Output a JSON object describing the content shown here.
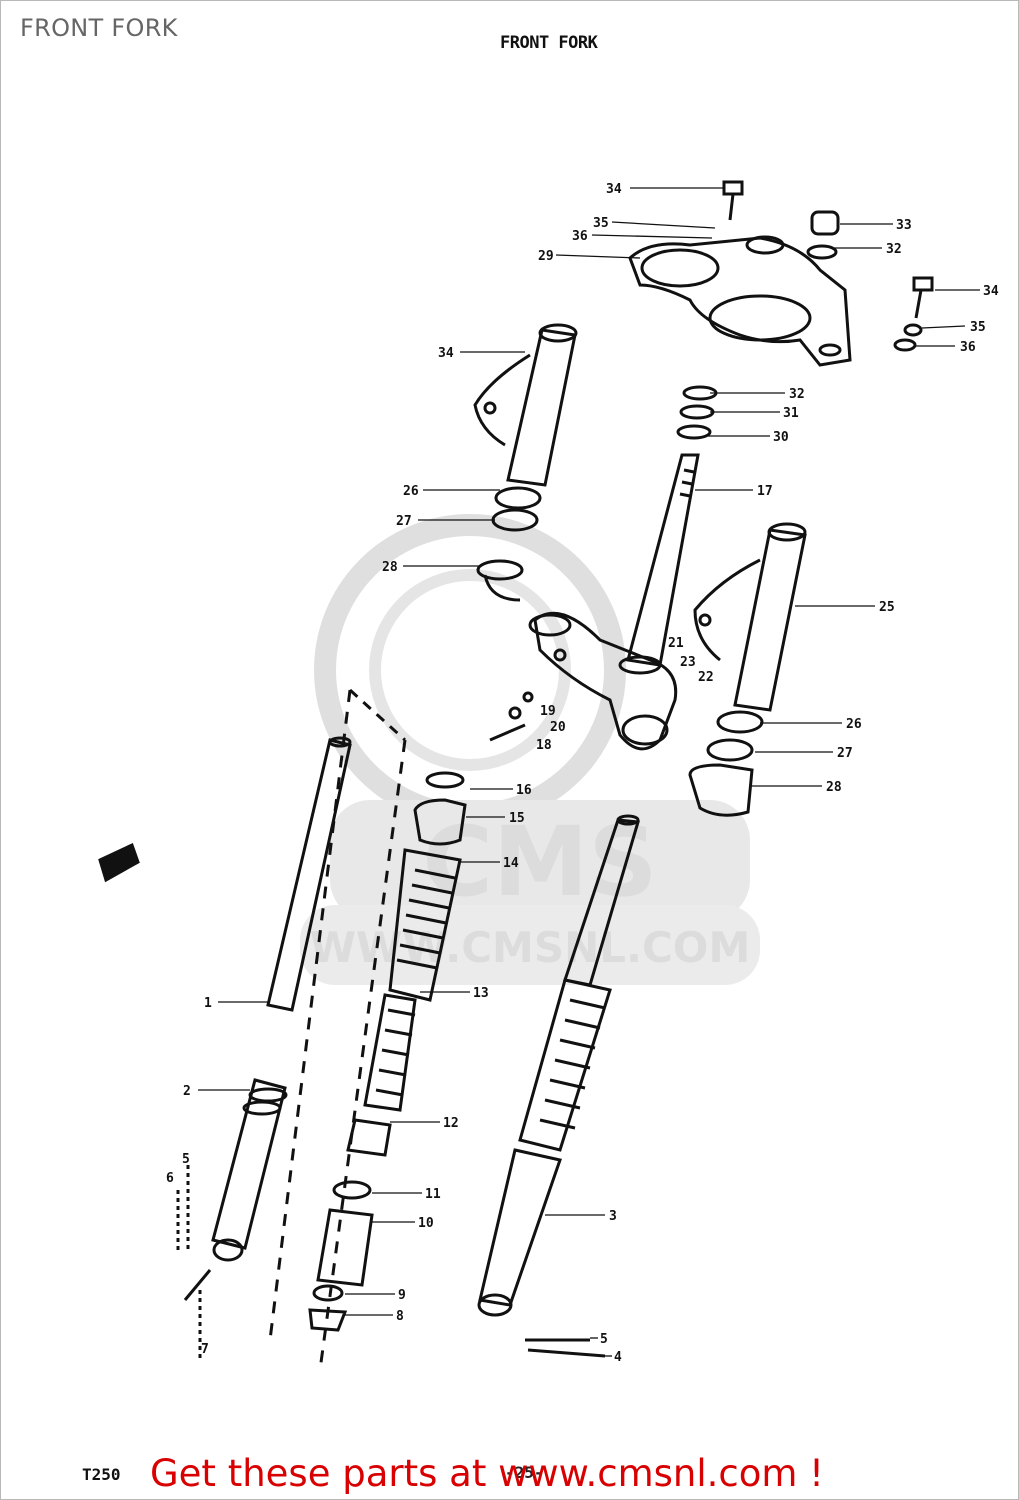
{
  "page": {
    "title": "FRONT FORK"
  },
  "diagram": {
    "title": "FRONT FORK",
    "model_code": "T250",
    "page_number": "-25-",
    "watermark_text": "WWW.CMSNL.COM",
    "watermark_logo_text": "CMS",
    "callouts": [
      "34",
      "35",
      "36",
      "29",
      "33",
      "32",
      "34",
      "35",
      "36",
      "34",
      "32",
      "31",
      "30",
      "17",
      "26",
      "27",
      "28",
      "25",
      "21",
      "23",
      "22",
      "19",
      "20",
      "18",
      "26",
      "27",
      "28",
      "16",
      "15",
      "14",
      "13",
      "12",
      "11",
      "10",
      "9",
      "8",
      "1",
      "2",
      "5",
      "6",
      "7",
      "3",
      "5",
      "4"
    ]
  },
  "footer": {
    "cta_text": "Get these parts at www.cmsnl.com !"
  },
  "colors": {
    "cta": "#d80000",
    "title_gray": "#666666",
    "line": "#111111",
    "watermark": "#d9d9d9"
  }
}
